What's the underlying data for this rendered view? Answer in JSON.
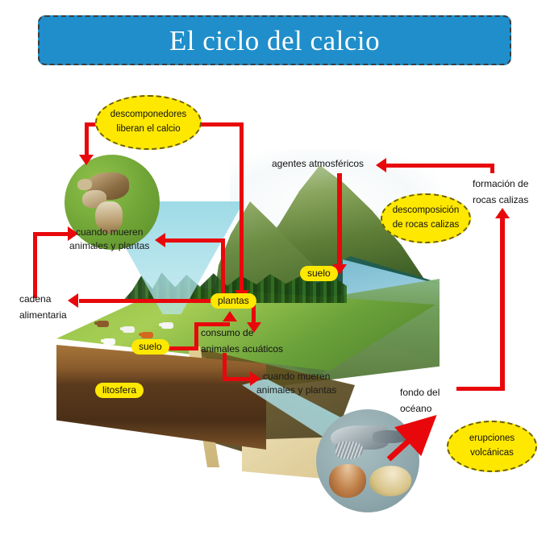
{
  "title": {
    "text": "El ciclo del calcio",
    "banner_color": "#1f8ecb",
    "border_color": "#3c3c3c"
  },
  "theme": {
    "accent_yellow": "#ffe800",
    "arrow_red": "#e8080b",
    "text_dark": "#111111"
  },
  "callouts": [
    {
      "id": "descomponedores",
      "line1": "descomponedores",
      "line2": "liberan el calcio"
    },
    {
      "id": "descomposicion-rocas",
      "line1": "descomposición",
      "line2": "de rocas calizas"
    },
    {
      "id": "erupciones",
      "line1": "erupciones",
      "line2": "volcánicas"
    }
  ],
  "pills": [
    {
      "id": "suelo-montana",
      "label": "suelo"
    },
    {
      "id": "plantas",
      "label": "plantas"
    },
    {
      "id": "suelo-pradera",
      "label": "suelo"
    },
    {
      "id": "litosfera",
      "label": "litosfera"
    }
  ],
  "labels": [
    {
      "id": "agentes-atmosfericos",
      "line1": "agentes atmosféricos",
      "line2": ""
    },
    {
      "id": "formacion-rocas-calizas",
      "line1": "formación de",
      "line2": "rocas calizas"
    },
    {
      "id": "cadena-alimentaria",
      "line1": "cadena",
      "line2": "alimentaria"
    },
    {
      "id": "consumo-animales-acuaticos",
      "line1": "consumo de",
      "line2": "animales acuáticos"
    },
    {
      "id": "muerte-terrestre",
      "line1": "cuando mueren",
      "line2": "animales y plantas"
    },
    {
      "id": "muerte-acuatica",
      "line1": "cuando mueren",
      "line2": "animales y plantas"
    },
    {
      "id": "fondo-del-oceano",
      "line1": "fondo del",
      "line2": "océano"
    }
  ],
  "insets": [
    {
      "id": "inset-descomposicion",
      "description": "carcasa en descomposición sobre hierba"
    },
    {
      "id": "inset-fondo-oceano",
      "description": "restos de pez y conchas en el fondo marino"
    }
  ]
}
